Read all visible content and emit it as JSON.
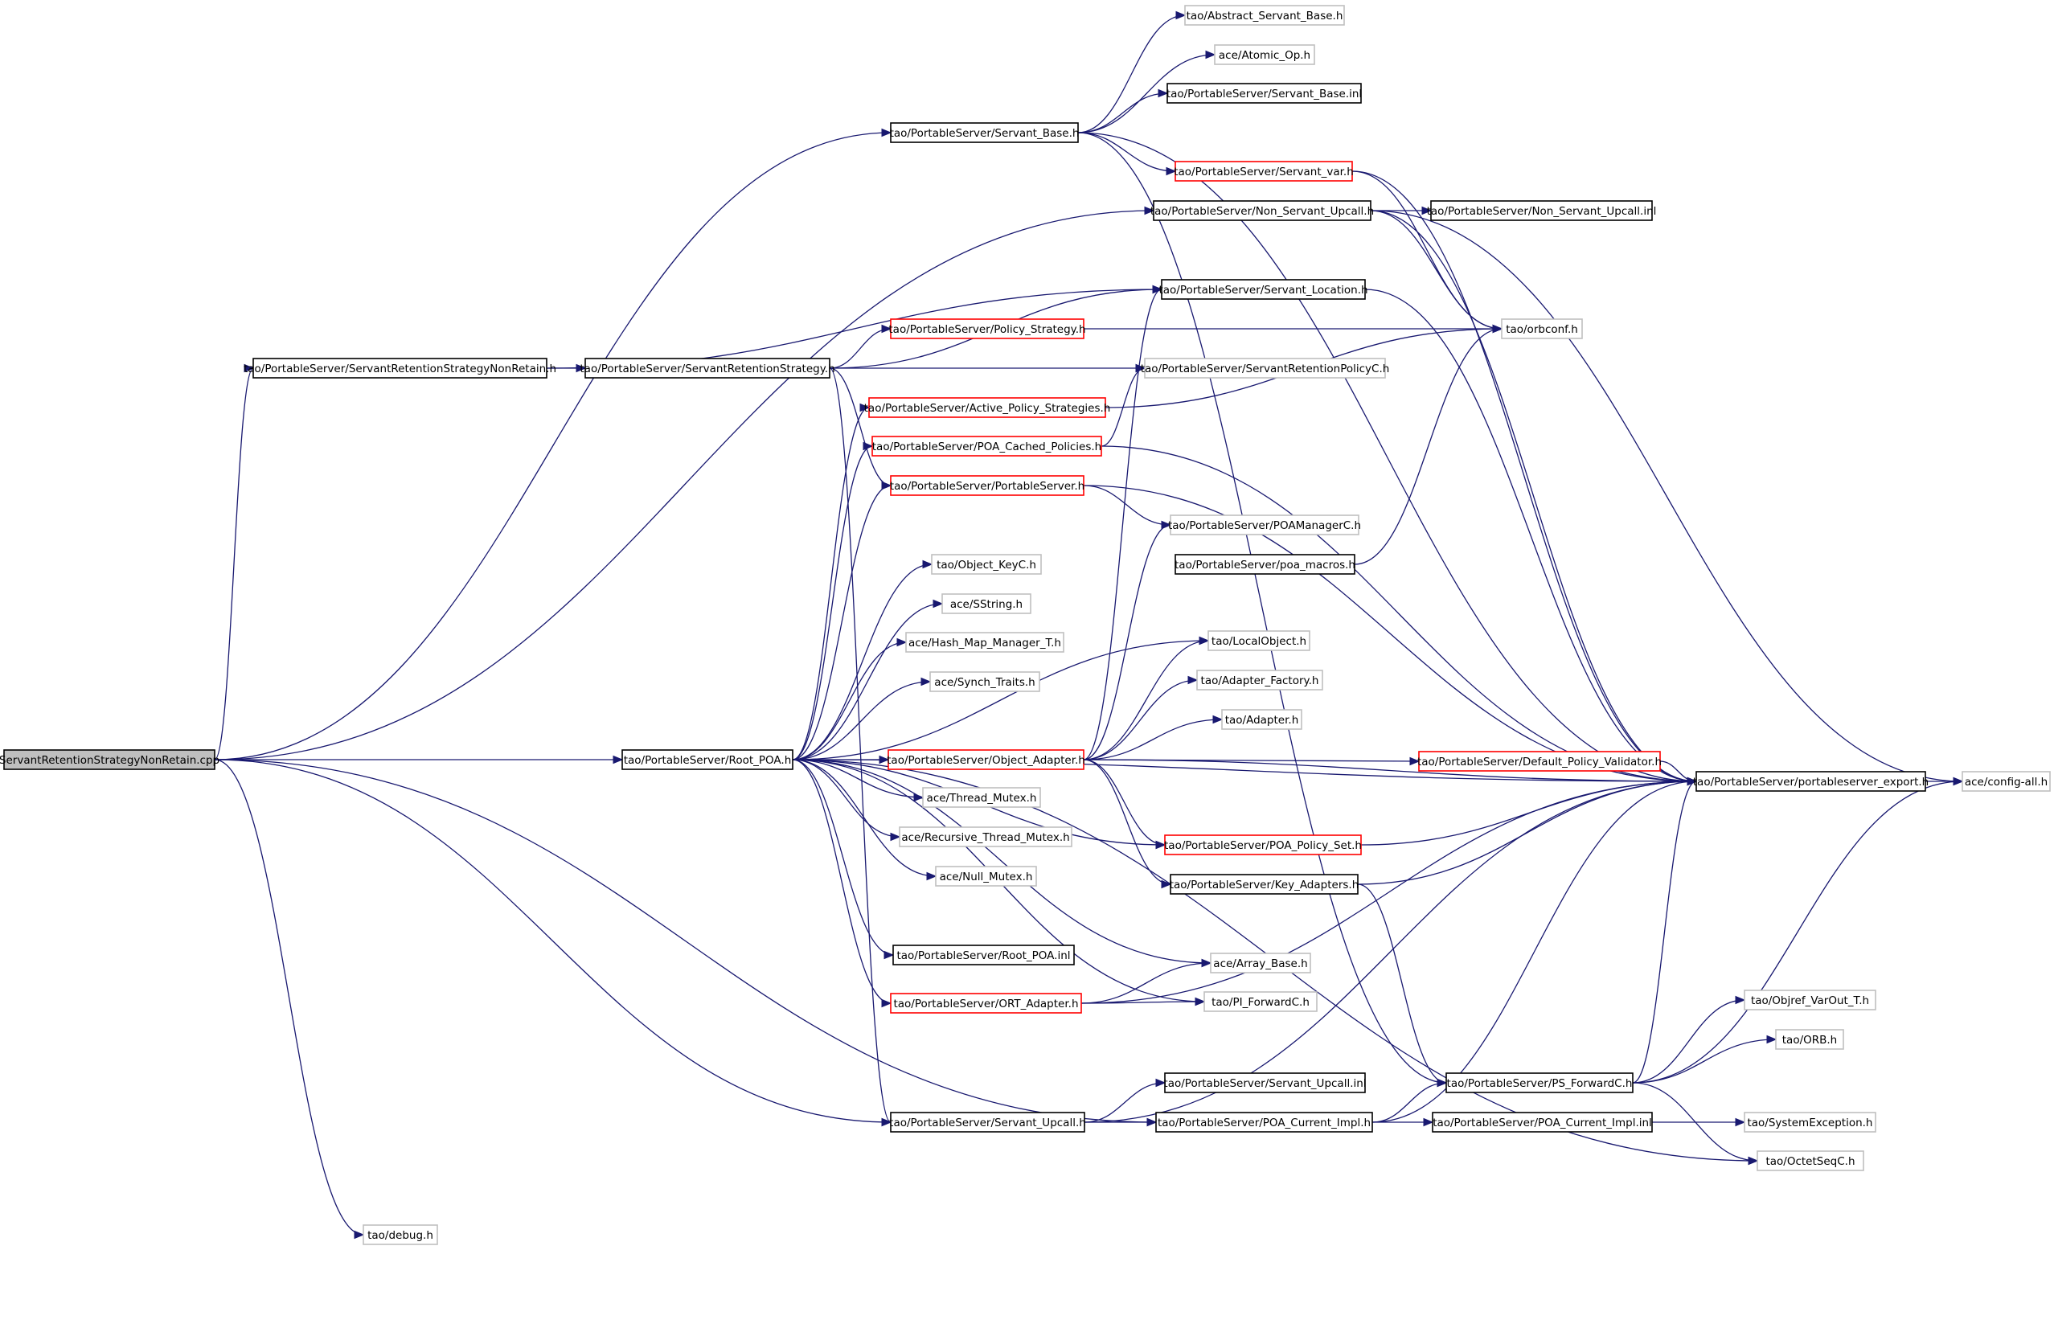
{
  "diagram": {
    "kind": "include dependency graph",
    "colors": {
      "edge": "#191970",
      "documented_border": "#000000",
      "truncated_border": "#ff0000",
      "external_border": "#bfbfbf",
      "root_fill": "#bfbfbf",
      "node_fill": "#ffffff"
    },
    "nodes": [
      {
        "id": "root",
        "label": "ServantRetentionStrategyNonRetain.cpp",
        "style": "root"
      },
      {
        "id": "srsnr_h",
        "label": "tao/PortableServer/ServantRetentionStrategyNonRetain.h",
        "style": "documented"
      },
      {
        "id": "srs_h",
        "label": "tao/PortableServer/ServantRetentionStrategy.h",
        "style": "documented"
      },
      {
        "id": "root_poa_h",
        "label": "tao/PortableServer/Root_POA.h",
        "style": "documented"
      },
      {
        "id": "debug_h",
        "label": "tao/debug.h",
        "style": "external"
      },
      {
        "id": "abs_servant_base",
        "label": "tao/Abstract_Servant_Base.h",
        "style": "external"
      },
      {
        "id": "atomic_op",
        "label": "ace/Atomic_Op.h",
        "style": "external"
      },
      {
        "id": "servant_base_inl",
        "label": "tao/PortableServer/Servant_Base.inl",
        "style": "documented"
      },
      {
        "id": "servant_base_h",
        "label": "tao/PortableServer/Servant_Base.h",
        "style": "documented"
      },
      {
        "id": "servant_var_h",
        "label": "tao/PortableServer/Servant_var.h",
        "style": "truncated"
      },
      {
        "id": "non_servant_upcall_h",
        "label": "tao/PortableServer/Non_Servant_Upcall.h",
        "style": "documented"
      },
      {
        "id": "non_servant_upcall_inl",
        "label": "tao/PortableServer/Non_Servant_Upcall.inl",
        "style": "documented"
      },
      {
        "id": "servant_location_h",
        "label": "tao/PortableServer/Servant_Location.h",
        "style": "documented"
      },
      {
        "id": "policy_strategy_h",
        "label": "tao/PortableServer/Policy_Strategy.h",
        "style": "truncated"
      },
      {
        "id": "orbconf_h",
        "label": "tao/orbconf.h",
        "style": "external"
      },
      {
        "id": "srpc_h",
        "label": "tao/PortableServer/ServantRetentionPolicyC.h",
        "style": "external"
      },
      {
        "id": "active_policy_h",
        "label": "tao/PortableServer/Active_Policy_Strategies.h",
        "style": "truncated"
      },
      {
        "id": "poa_cached_h",
        "label": "tao/PortableServer/POA_Cached_Policies.h",
        "style": "truncated"
      },
      {
        "id": "portableserver_h",
        "label": "tao/PortableServer/PortableServer.h",
        "style": "truncated"
      },
      {
        "id": "poamanagerc_h",
        "label": "tao/PortableServer/POAManagerC.h",
        "style": "external"
      },
      {
        "id": "poa_macros_h",
        "label": "tao/PortableServer/poa_macros.h",
        "style": "documented"
      },
      {
        "id": "object_keyc_h",
        "label": "tao/Object_KeyC.h",
        "style": "external"
      },
      {
        "id": "sstring_h",
        "label": "ace/SString.h",
        "style": "external"
      },
      {
        "id": "hash_map_h",
        "label": "ace/Hash_Map_Manager_T.h",
        "style": "external"
      },
      {
        "id": "synch_traits_h",
        "label": "ace/Synch_Traits.h",
        "style": "external"
      },
      {
        "id": "localobject_h",
        "label": "tao/LocalObject.h",
        "style": "external"
      },
      {
        "id": "adapter_factory_h",
        "label": "tao/Adapter_Factory.h",
        "style": "external"
      },
      {
        "id": "adapter_h",
        "label": "tao/Adapter.h",
        "style": "external"
      },
      {
        "id": "object_adapter_h",
        "label": "tao/PortableServer/Object_Adapter.h",
        "style": "truncated"
      },
      {
        "id": "default_policy_validator_h",
        "label": "tao/PortableServer/Default_Policy_Validator.h",
        "style": "truncated"
      },
      {
        "id": "ps_export_h",
        "label": "tao/PortableServer/portableserver_export.h",
        "style": "documented"
      },
      {
        "id": "config_all_h",
        "label": "ace/config-all.h",
        "style": "external"
      },
      {
        "id": "thread_mutex_h",
        "label": "ace/Thread_Mutex.h",
        "style": "external"
      },
      {
        "id": "recursive_thread_mutex_h",
        "label": "ace/Recursive_Thread_Mutex.h",
        "style": "external"
      },
      {
        "id": "null_mutex_h",
        "label": "ace/Null_Mutex.h",
        "style": "external"
      },
      {
        "id": "poa_policy_set_h",
        "label": "tao/PortableServer/POA_Policy_Set.h",
        "style": "truncated"
      },
      {
        "id": "key_adapters_h",
        "label": "tao/PortableServer/Key_Adapters.h",
        "style": "documented"
      },
      {
        "id": "root_poa_inl",
        "label": "tao/PortableServer/Root_POA.inl",
        "style": "documented"
      },
      {
        "id": "array_base_h",
        "label": "ace/Array_Base.h",
        "style": "external"
      },
      {
        "id": "ort_adapter_h",
        "label": "tao/PortableServer/ORT_Adapter.h",
        "style": "truncated"
      },
      {
        "id": "pi_forwardc_h",
        "label": "tao/PI_ForwardC.h",
        "style": "external"
      },
      {
        "id": "objref_varout_h",
        "label": "tao/Objref_VarOut_T.h",
        "style": "external"
      },
      {
        "id": "orb_h",
        "label": "tao/ORB.h",
        "style": "external"
      },
      {
        "id": "servant_upcall_inl",
        "label": "tao/PortableServer/Servant_Upcall.inl",
        "style": "documented"
      },
      {
        "id": "ps_forwardc_h",
        "label": "tao/PortableServer/PS_ForwardC.h",
        "style": "documented"
      },
      {
        "id": "servant_upcall_h",
        "label": "tao/PortableServer/Servant_Upcall.h",
        "style": "documented"
      },
      {
        "id": "poa_current_impl_h",
        "label": "tao/PortableServer/POA_Current_Impl.h",
        "style": "documented"
      },
      {
        "id": "poa_current_impl_inl",
        "label": "tao/PortableServer/POA_Current_Impl.inl",
        "style": "documented"
      },
      {
        "id": "system_exception_h",
        "label": "tao/SystemException.h",
        "style": "external"
      },
      {
        "id": "octetseqc_h",
        "label": "tao/OctetSeqC.h",
        "style": "external"
      }
    ],
    "edges": [
      [
        "root",
        "servant_base_h"
      ],
      [
        "root",
        "non_servant_upcall_h"
      ],
      [
        "root",
        "srsnr_h"
      ],
      [
        "root",
        "root_poa_h"
      ],
      [
        "root",
        "servant_upcall_h"
      ],
      [
        "root",
        "poa_current_impl_h"
      ],
      [
        "root",
        "debug_h"
      ],
      [
        "srsnr_h",
        "srs_h"
      ],
      [
        "srsnr_h",
        "servant_location_h"
      ],
      [
        "srs_h",
        "servant_location_h"
      ],
      [
        "srs_h",
        "policy_strategy_h"
      ],
      [
        "srs_h",
        "srpc_h"
      ],
      [
        "srs_h",
        "portableserver_h"
      ],
      [
        "srs_h",
        "servant_upcall_h"
      ],
      [
        "servant_base_h",
        "abs_servant_base"
      ],
      [
        "servant_base_h",
        "atomic_op"
      ],
      [
        "servant_base_h",
        "servant_base_inl"
      ],
      [
        "servant_base_h",
        "servant_var_h"
      ],
      [
        "servant_base_h",
        "ps_export_h"
      ],
      [
        "servant_base_h",
        "ps_forwardc_h"
      ],
      [
        "servant_var_h",
        "orbconf_h"
      ],
      [
        "servant_var_h",
        "ps_export_h"
      ],
      [
        "non_servant_upcall_h",
        "non_servant_upcall_inl"
      ],
      [
        "non_servant_upcall_h",
        "orbconf_h"
      ],
      [
        "non_servant_upcall_h",
        "ps_export_h"
      ],
      [
        "non_servant_upcall_h",
        "config_all_h"
      ],
      [
        "servant_location_h",
        "ps_export_h"
      ],
      [
        "policy_strategy_h",
        "orbconf_h"
      ],
      [
        "active_policy_h",
        "orbconf_h"
      ],
      [
        "poa_cached_h",
        "srpc_h"
      ],
      [
        "poa_cached_h",
        "ps_export_h"
      ],
      [
        "portableserver_h",
        "poamanagerc_h"
      ],
      [
        "portableserver_h",
        "ps_export_h"
      ],
      [
        "poa_macros_h",
        "orbconf_h"
      ],
      [
        "root_poa_h",
        "active_policy_h"
      ],
      [
        "root_poa_h",
        "poa_cached_h"
      ],
      [
        "root_poa_h",
        "portableserver_h"
      ],
      [
        "root_poa_h",
        "object_keyc_h"
      ],
      [
        "root_poa_h",
        "sstring_h"
      ],
      [
        "root_poa_h",
        "hash_map_h"
      ],
      [
        "root_poa_h",
        "synch_traits_h"
      ],
      [
        "root_poa_h",
        "localobject_h"
      ],
      [
        "root_poa_h",
        "object_adapter_h"
      ],
      [
        "root_poa_h",
        "thread_mutex_h"
      ],
      [
        "root_poa_h",
        "recursive_thread_mutex_h"
      ],
      [
        "root_poa_h",
        "null_mutex_h"
      ],
      [
        "root_poa_h",
        "poa_policy_set_h"
      ],
      [
        "root_poa_h",
        "root_poa_inl"
      ],
      [
        "root_poa_h",
        "ort_adapter_h"
      ],
      [
        "root_poa_h",
        "array_base_h"
      ],
      [
        "root_poa_h",
        "pi_forwardc_h"
      ],
      [
        "root_poa_h",
        "ps_export_h"
      ],
      [
        "root_poa_h",
        "octetseqc_h"
      ],
      [
        "object_adapter_h",
        "servant_location_h"
      ],
      [
        "object_adapter_h",
        "poamanagerc_h"
      ],
      [
        "object_adapter_h",
        "localobject_h"
      ],
      [
        "object_adapter_h",
        "adapter_factory_h"
      ],
      [
        "object_adapter_h",
        "adapter_h"
      ],
      [
        "object_adapter_h",
        "default_policy_validator_h"
      ],
      [
        "object_adapter_h",
        "ps_export_h"
      ],
      [
        "object_adapter_h",
        "poa_policy_set_h"
      ],
      [
        "object_adapter_h",
        "key_adapters_h"
      ],
      [
        "default_policy_validator_h",
        "ps_export_h"
      ],
      [
        "poa_policy_set_h",
        "ps_export_h"
      ],
      [
        "key_adapters_h",
        "ps_export_h"
      ],
      [
        "key_adapters_h",
        "ps_forwardc_h"
      ],
      [
        "ort_adapter_h",
        "array_base_h"
      ],
      [
        "ort_adapter_h",
        "pi_forwardc_h"
      ],
      [
        "ort_adapter_h",
        "ps_export_h"
      ],
      [
        "ps_export_h",
        "config_all_h"
      ],
      [
        "servant_upcall_h",
        "servant_upcall_inl"
      ],
      [
        "servant_upcall_h",
        "poa_current_impl_h"
      ],
      [
        "servant_upcall_h",
        "ps_export_h"
      ],
      [
        "poa_current_impl_h",
        "poa_current_impl_inl"
      ],
      [
        "poa_current_impl_h",
        "ps_forwardc_h"
      ],
      [
        "poa_current_impl_h",
        "ps_export_h"
      ],
      [
        "poa_current_impl_inl",
        "system_exception_h"
      ],
      [
        "ps_forwardc_h",
        "objref_varout_h"
      ],
      [
        "ps_forwardc_h",
        "orb_h"
      ],
      [
        "ps_forwardc_h",
        "octetseqc_h"
      ],
      [
        "ps_forwardc_h",
        "config_all_h"
      ],
      [
        "ps_forwardc_h",
        "ps_export_h"
      ]
    ]
  }
}
